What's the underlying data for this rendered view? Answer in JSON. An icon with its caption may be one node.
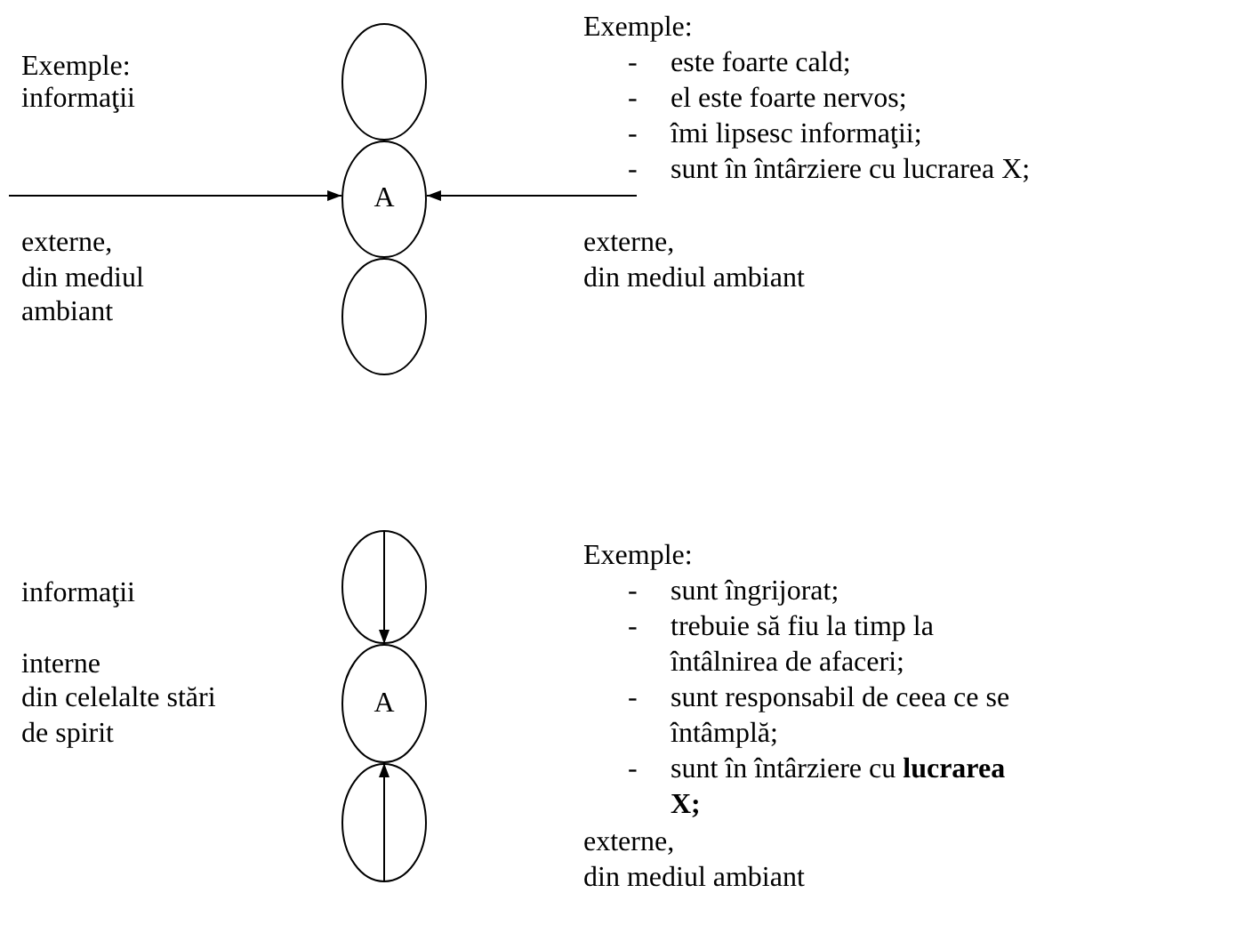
{
  "diagram": {
    "nodes": [
      {
        "text": [],
        "shape": "ellipse"
      },
      {
        "text": [
          "A"
        ]
      },
      {
        "text": [],
        "shape": "ellipse"
      },
      {
        "text": [],
        "shape": "ellipse"
      },
      {
        "text": [
          "A"
        ]
      },
      {
        "text": [],
        "shape": "ellipse"
      }
    ],
    "edges": [
      {
        "from": null,
        "to": 1,
        "arrow": "to"
      },
      {
        "from": null,
        "to": 1,
        "arrow": "to"
      },
      {
        "from": 3,
        "to": 4,
        "arrow": "to"
      },
      {
        "from": 5,
        "to": 4,
        "arrow": "to"
      }
    ],
    "labels": [
      "Exemple:",
      "informaţii",
      "externe, din mediul ambiant",
      "Exemple:",
      "-",
      "este foarte cald;",
      "-",
      "el este foarte nervos;",
      "-",
      "îmi lipsesc informaţii;",
      "-",
      "sunt în întârziere cu lucrarea X;",
      "externe,",
      "din mediul ambiant",
      "informaţii",
      "interne",
      "din celelalte stări de spirit",
      "Exemple:",
      "-",
      "sunt îngrijorat;",
      "-",
      "trebuie să fiu la timp la întâlnirea de afaceri;",
      "-",
      "sunt responsabil de ceea ce se întâmplă;",
      "-",
      "sunt în întârziere cu **lucrarea X;**",
      "externe,",
      "din mediul ambiant"
    ]
  }
}
